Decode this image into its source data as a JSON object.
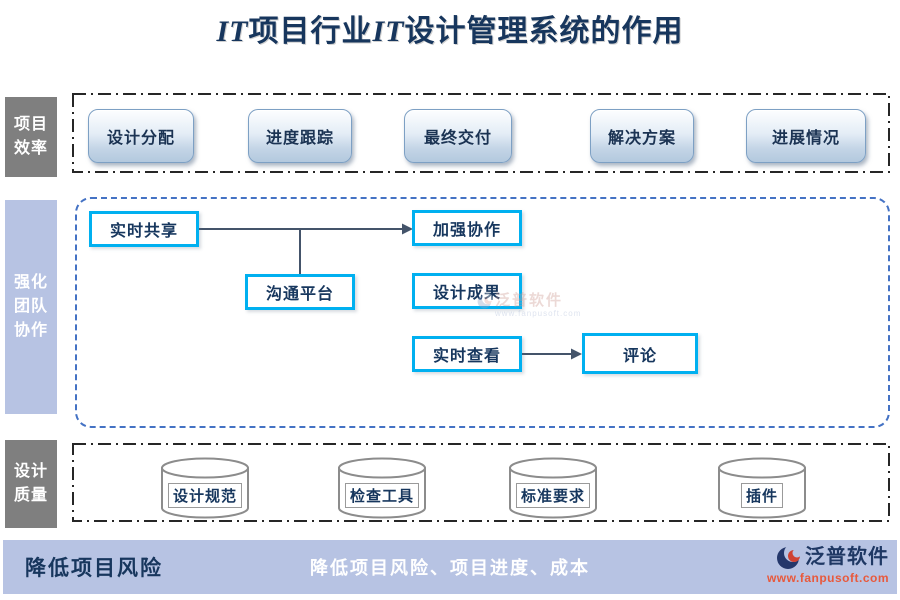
{
  "title": {
    "segments": [
      "IT",
      "项目行业",
      "IT",
      "设计管理系统的作用"
    ]
  },
  "rows": {
    "efficiency": {
      "lines": [
        "项目",
        "效率"
      ]
    },
    "teamwork": {
      "lines": [
        "强化",
        "团队",
        "协作"
      ]
    },
    "quality": {
      "lines": [
        "设计",
        "质量"
      ]
    }
  },
  "efficiency_buttons": [
    "设计分配",
    "进度跟踪",
    "最终交付",
    "解决方案",
    "进展情况"
  ],
  "teamwork_boxes": {
    "realtime_share": "实时共享",
    "strengthen_collab": "加强协作",
    "communication_platform": "沟通平台",
    "design_results": "设计成果",
    "realtime_view": "实时查看",
    "comment": "评论"
  },
  "quality_cylinders": [
    "设计规范",
    "检查工具",
    "标准要求",
    "插件"
  ],
  "footer": {
    "left": "降低项目风险",
    "center": "降低项目风险、项目进度、成本",
    "brand_name": "泛普软件",
    "brand_url": "www.fanpusoft.com"
  },
  "watermark": {
    "text": "泛普软件",
    "subtext": "www.fanpusoft.com"
  },
  "colors": {
    "accent_cyan": "#00b0f0",
    "title_navy": "#17365d",
    "periwinkle": "#b7c3e3",
    "row_gray": "#7f7f7f",
    "connector": "#44546a",
    "dashed_blue": "#4472c4",
    "brand_red": "#e8593c"
  }
}
